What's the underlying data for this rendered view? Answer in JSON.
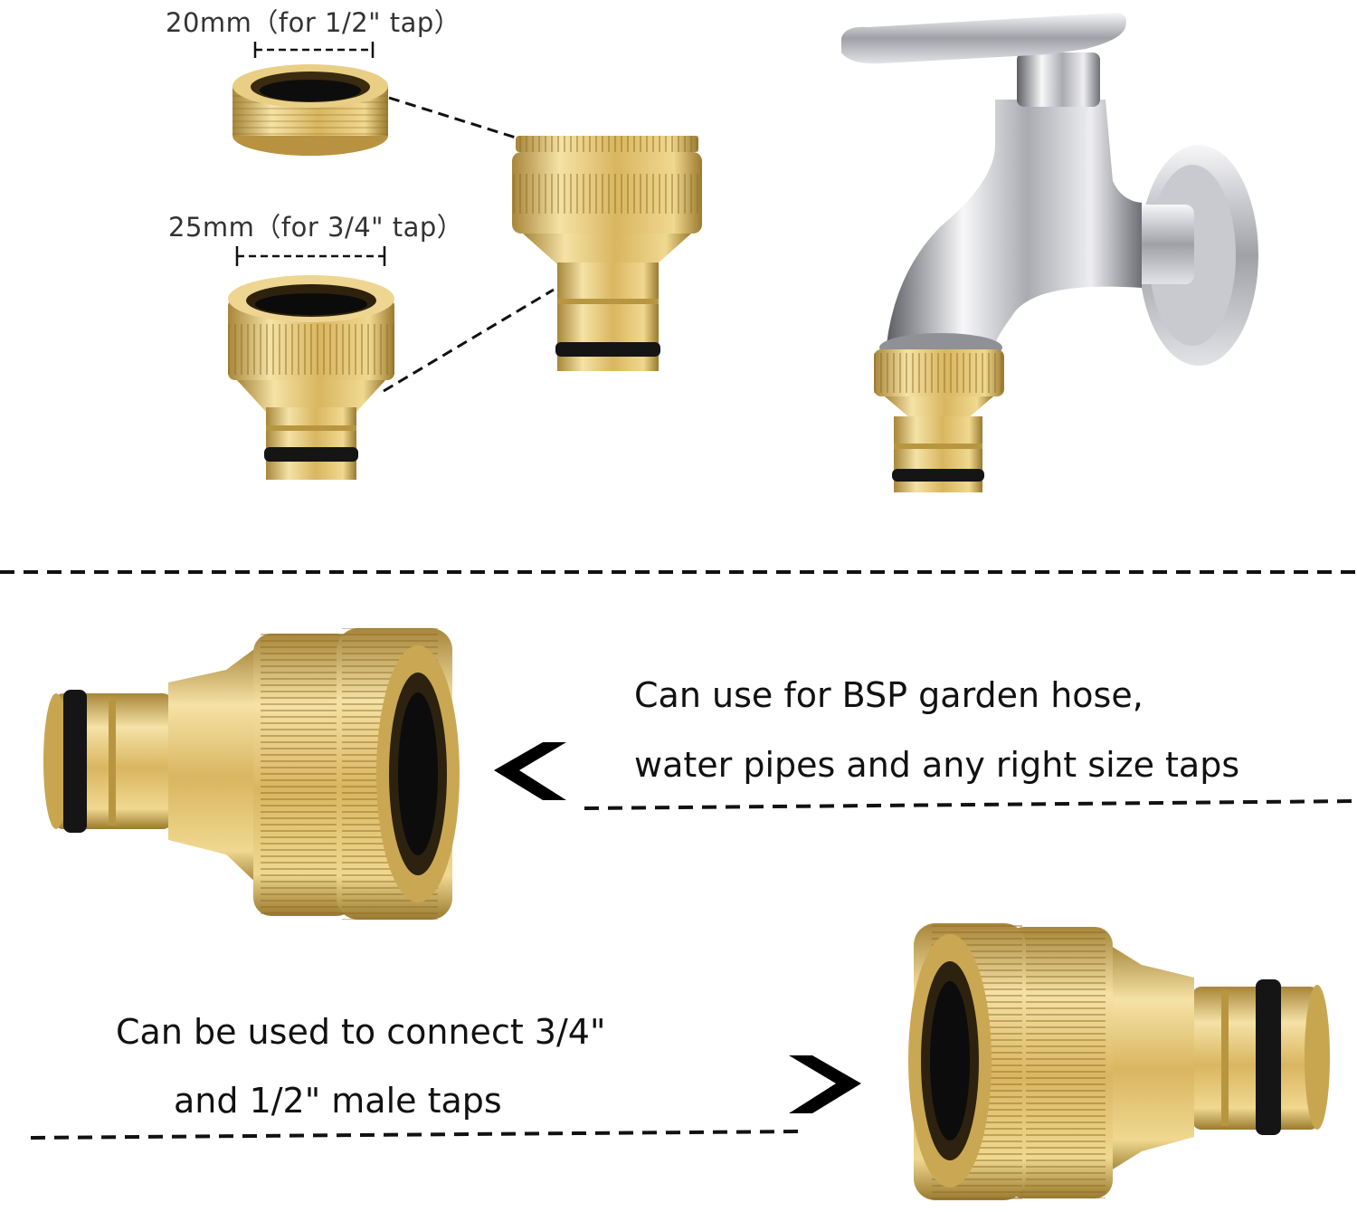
{
  "labels": {
    "size_20": "20mm（for 1/2\" tap）",
    "size_25": "25mm（for 3/4\" tap）"
  },
  "captions": {
    "bsp_line1": "Can use for  BSP garden hose,",
    "bsp_line2": "water pipes and any right size taps",
    "connect_line1": "Can be used to connect 3/4\"",
    "connect_line2": "and 1/2\" male taps"
  },
  "colors": {
    "brass_light": "#f3dea0",
    "brass_mid": "#d8b45e",
    "brass_dark": "#9a7a2e",
    "chrome_light": "#f4f4f6",
    "chrome_dark": "#6d6f75",
    "rubber": "#1a1a1a",
    "dash": "#111111"
  }
}
